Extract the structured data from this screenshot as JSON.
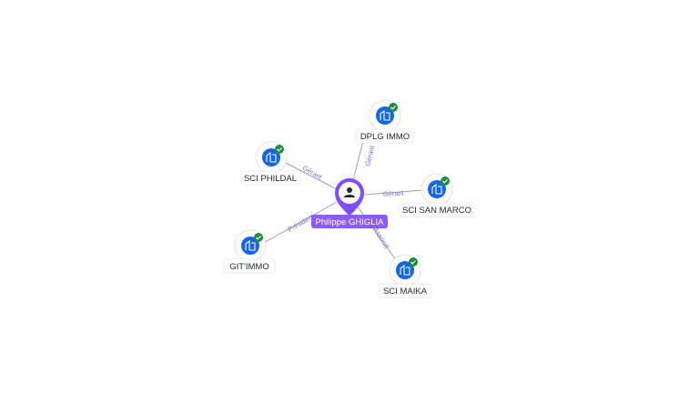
{
  "center": {
    "label": "Philippe GHIGLIA",
    "icon": "person-icon",
    "color": "#7c4dff"
  },
  "companies": [
    {
      "id": "dplg",
      "label": "DPLG IMMO",
      "relation": "Gérant",
      "icon": "building-icon",
      "verified": true
    },
    {
      "id": "sanmarco",
      "label": "SCI SAN MARCO",
      "relation": "Gérant",
      "icon": "building-icon",
      "verified": true
    },
    {
      "id": "maika",
      "label": "SCI MAIKA",
      "relation": "Associé",
      "icon": "building-icon",
      "verified": true
    },
    {
      "id": "gitimmo",
      "label": "GIT'IMMO",
      "relation": "Président",
      "icon": "building-icon",
      "verified": true
    },
    {
      "id": "phildal",
      "label": "SCI PHILDAL",
      "relation": "Gérant",
      "icon": "building-icon",
      "verified": true
    }
  ],
  "colors": {
    "company_icon": "#1565e8",
    "verified_badge": "#1e8e3e",
    "edge_label": "#7c6bd6",
    "center_badge": "#8b5cf6"
  }
}
